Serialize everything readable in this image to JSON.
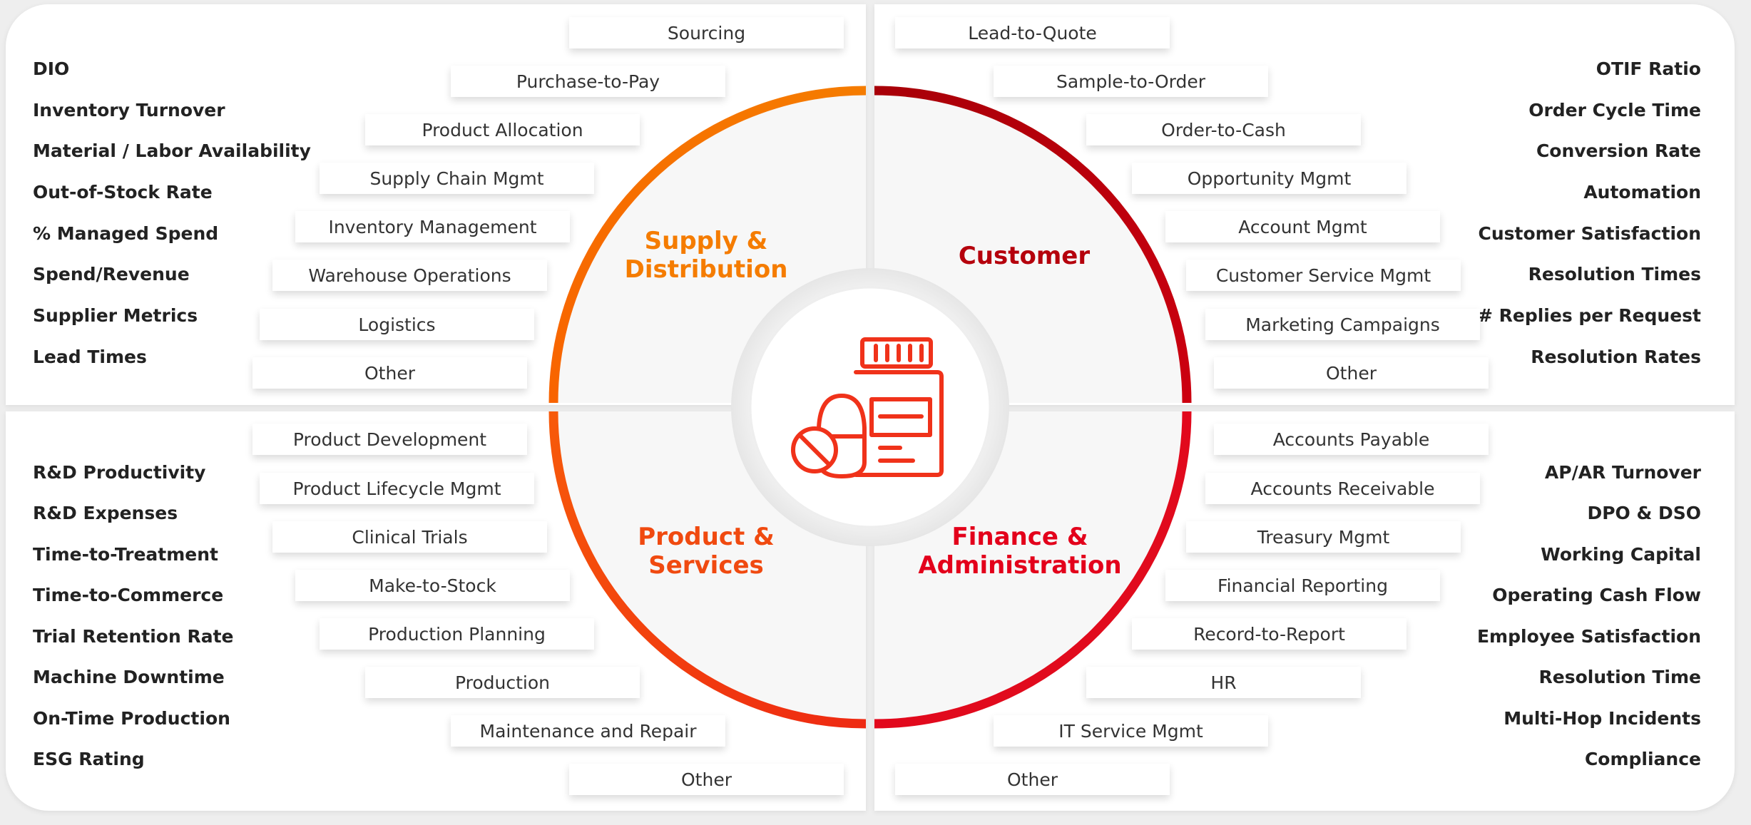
{
  "quadrants": {
    "supply": {
      "title_line1": "Supply &",
      "title_line2": "Distribution",
      "color": "#f57c00",
      "metrics": [
        "DIO",
        "Inventory Turnover",
        "Material  / Labor Availability",
        "Out-of-Stock Rate",
        "% Managed Spend",
        "Spend/Revenue",
        "Supplier Metrics",
        "Lead Times"
      ],
      "processes": [
        "Sourcing",
        "Purchase-to-Pay",
        "Product Allocation",
        "Supply Chain Mgmt",
        "Inventory Management",
        "Warehouse Operations",
        "Logistics",
        "Other"
      ]
    },
    "customer": {
      "title": "Customer",
      "color": "#b5000c",
      "metrics": [
        "OTIF Ratio",
        "Order Cycle Time",
        "Conversion Rate",
        "Automation",
        "Customer Satisfaction",
        "Resolution Times",
        "# Replies per Request",
        "Resolution Rates"
      ],
      "processes": [
        "Lead-to-Quote",
        "Sample-to-Order",
        "Order-to-Cash",
        "Opportunity Mgmt",
        "Account Mgmt",
        "Customer Service Mgmt",
        "Marketing Campaigns",
        "Other"
      ]
    },
    "product": {
      "title_line1": "Product &",
      "title_line2": "Services",
      "color": "#f04a10",
      "metrics": [
        "R&D Productivity",
        "R&D Expenses",
        "Time-to-Treatment",
        "Time-to-Commerce",
        "Trial Retention Rate",
        "Machine Downtime",
        "On-Time Production",
        "ESG Rating"
      ],
      "processes": [
        "Product Development",
        "Product Lifecycle Mgmt",
        "Clinical Trials",
        "Make-to-Stock",
        "Production Planning",
        "Production",
        "Maintenance and Repair",
        "Other"
      ]
    },
    "finance": {
      "title_line1": "Finance &",
      "title_line2": "Administration",
      "color": "#e3001b",
      "metrics": [
        "AP/AR Turnover",
        "DPO & DSO",
        "Working Capital",
        "Operating Cash Flow",
        "Employee Satisfaction",
        "Resolution Time",
        "Multi-Hop Incidents",
        "Compliance"
      ],
      "processes": [
        "Accounts Payable",
        "Accounts Receivable",
        "Treasury Mgmt",
        "Financial Reporting",
        "Record-to-Report",
        "HR",
        "IT Service Mgmt",
        "Other"
      ]
    }
  },
  "center_icon": "medicine-bottle-and-pills-icon"
}
